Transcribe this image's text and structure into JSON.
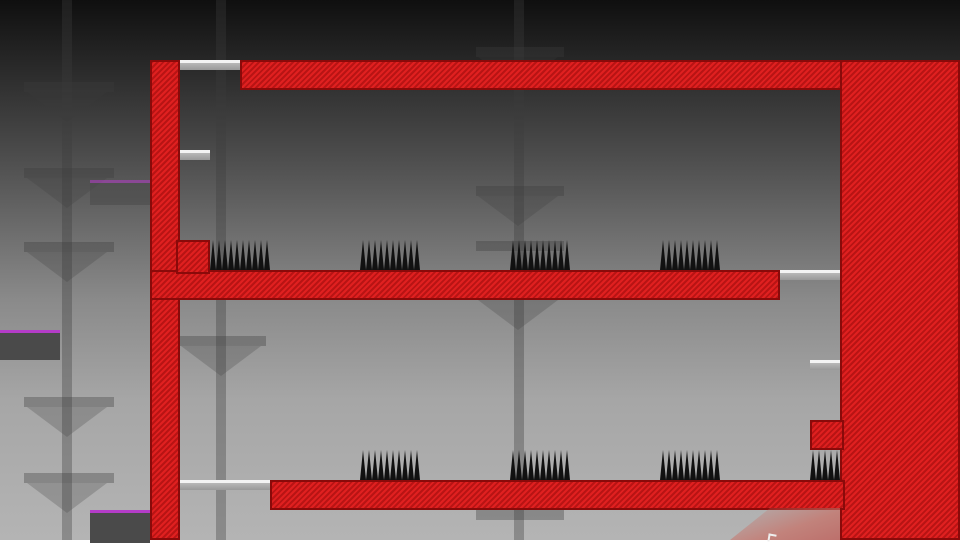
{
  "scene": {
    "name": "level-room",
    "colors": {
      "hazard_wall": "#e02020",
      "hazard_wall_dark": "#b81414",
      "spike": "#111111",
      "safe_platform": "#f4f4f4",
      "magenta_platform_edge": "#b43cc8",
      "background_top": "#0f0f0f",
      "background_bottom": "#b4b4b4"
    },
    "spike_groups_upper": 4,
    "spike_groups_lower": 4,
    "icons": [
      "spike-icon",
      "cursor-icon"
    ]
  }
}
